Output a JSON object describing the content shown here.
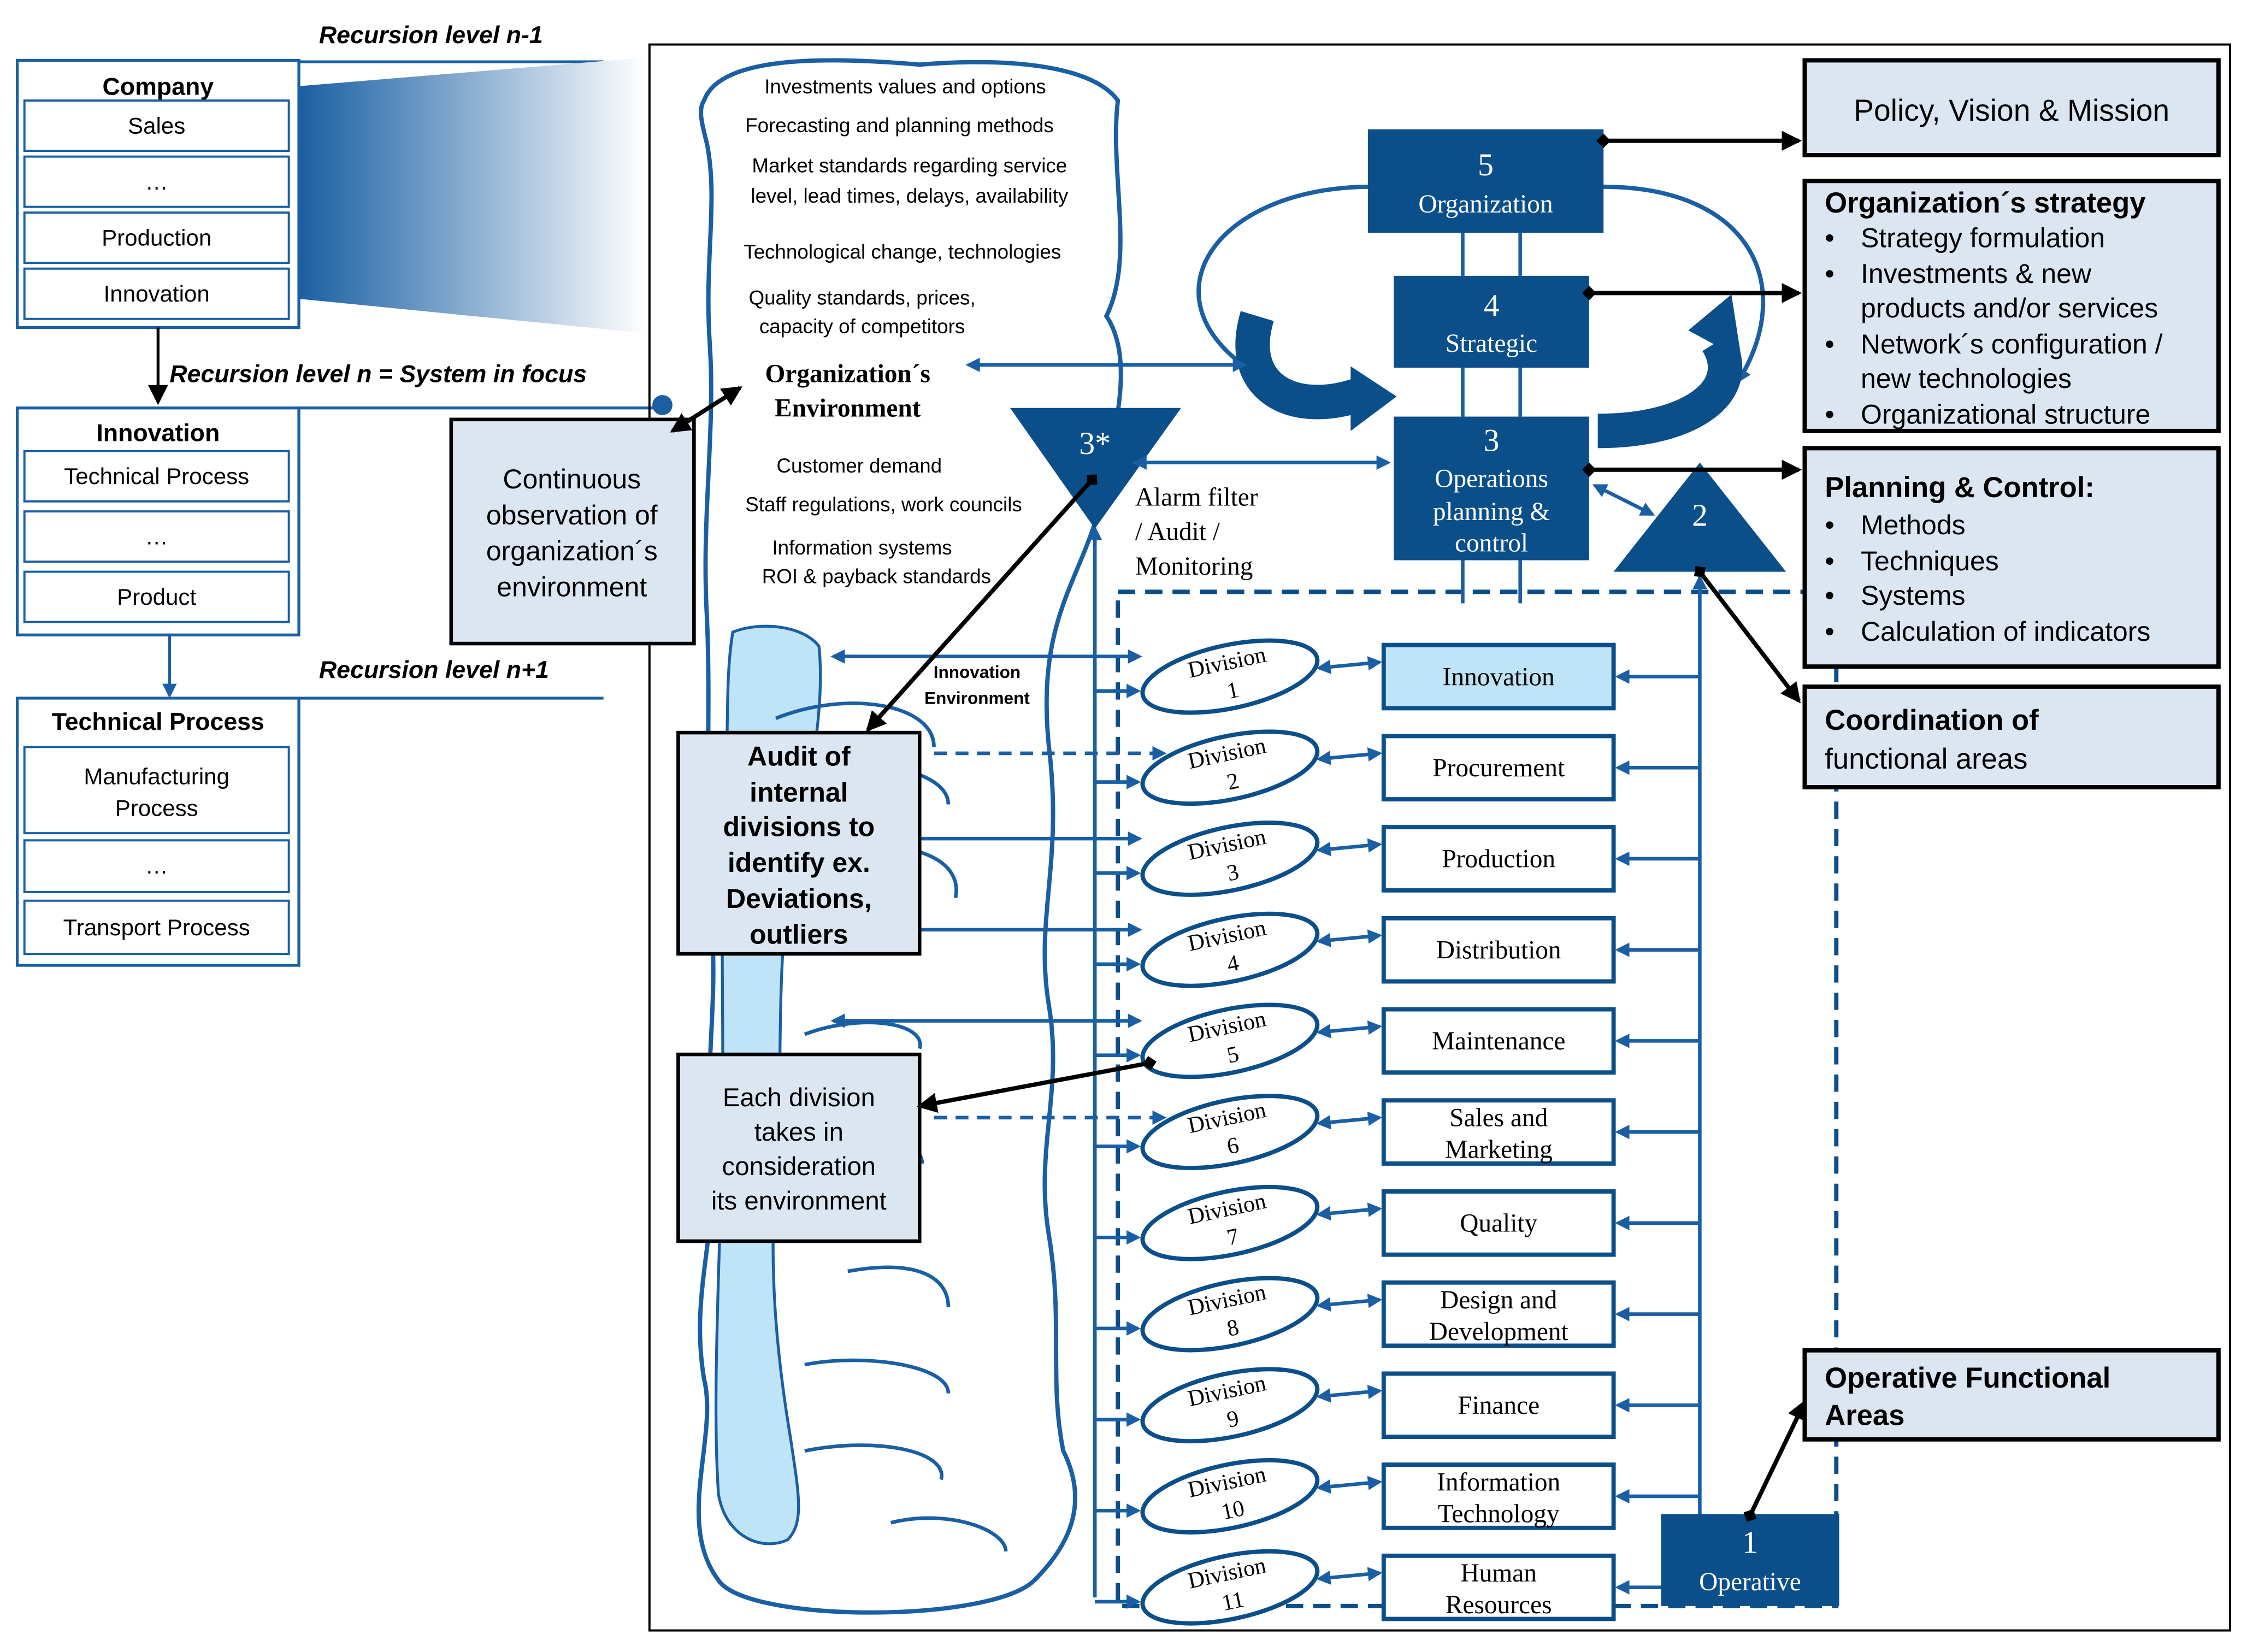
{
  "colors": {
    "blue": "#1a5fa3",
    "dark_blue": "#0b4f8a",
    "light_blue": "#bfe3f7",
    "box_fill": "#dce6f1",
    "black": "#000000",
    "white": "#ffffff"
  },
  "left": {
    "recursion_n_minus_1": "Recursion level n-1",
    "recursion_n": "Recursion level n = System in focus",
    "recursion_n_plus_1": "Recursion level  n+1",
    "company": {
      "title": "Company",
      "items": [
        "Sales",
        "…",
        "Production",
        "Innovation"
      ]
    },
    "innovation": {
      "title": "Innovation",
      "items": [
        "Technical Process",
        "…",
        "Product"
      ]
    },
    "technical_process": {
      "title": "Technical Process",
      "items": [
        "Manufacturing Process",
        "…",
        "Transport Process"
      ]
    }
  },
  "environment": {
    "lines": [
      "Investments  values and options",
      "Forecasting and planning methods",
      "Market standards regarding service",
      "level, lead times, delays, availability",
      "Technological change, technologies",
      "Quality standards, prices,",
      "capacity of competitors"
    ],
    "title_line1": "Organization´s",
    "title_line2": "Environment",
    "lines2": [
      "Customer demand",
      "Staff regulations, work councils",
      "Information systems",
      "ROI & payback standards"
    ],
    "innovation_env_line1": "Innovation",
    "innovation_env_line2": "Environment"
  },
  "callouts": {
    "continuous": [
      "Continuous",
      "observation of",
      "organization´s",
      "environment"
    ],
    "audit": [
      "Audit of",
      "internal",
      "divisions to",
      "identify ex.",
      "Deviations,",
      "outliers"
    ],
    "each_division": [
      "Each division",
      "takes in",
      "consideration",
      "its environment"
    ]
  },
  "systems": {
    "s5_num": "5",
    "s5_label": "Organization",
    "s4_num": "4",
    "s4_label": "Strategic",
    "s3_num": "3",
    "s3_label": [
      "Operations",
      "planning &",
      "control"
    ],
    "s3star": "3*",
    "s3star_label": [
      "Alarm filter",
      "/ Audit /",
      "Monitoring"
    ],
    "s2": "2",
    "s1_num": "1",
    "s1_label": "Operative"
  },
  "division_word": "Division",
  "divisions": [
    "1",
    "2",
    "3",
    "4",
    "5",
    "6",
    "7",
    "8",
    "9",
    "10",
    "11"
  ],
  "functional_areas": [
    [
      "Innovation"
    ],
    [
      "Procurement"
    ],
    [
      "Production"
    ],
    [
      "Distribution"
    ],
    [
      "Maintenance"
    ],
    [
      "Sales and",
      "Marketing"
    ],
    [
      "Quality"
    ],
    [
      "Design and",
      "Development"
    ],
    [
      "Finance"
    ],
    [
      "Information",
      "Technology"
    ],
    [
      "Human",
      "Resources"
    ]
  ],
  "right": {
    "policy": "Policy, Vision & Mission",
    "strategy_title": "Organization´s strategy",
    "strategy_items": [
      "Strategy formulation",
      "Investments & new",
      "products and/or services",
      "Network´s configuration /",
      "new technologies",
      "Organizational structure"
    ],
    "planning_title": "Planning & Control:",
    "planning_items": [
      "Methods",
      "Techniques",
      "Systems",
      "Calculation  of indicators"
    ],
    "coordination_title": "Coordination of",
    "coordination_sub": "functional areas",
    "operative_title1": "Operative Functional",
    "operative_title2": "Areas"
  }
}
